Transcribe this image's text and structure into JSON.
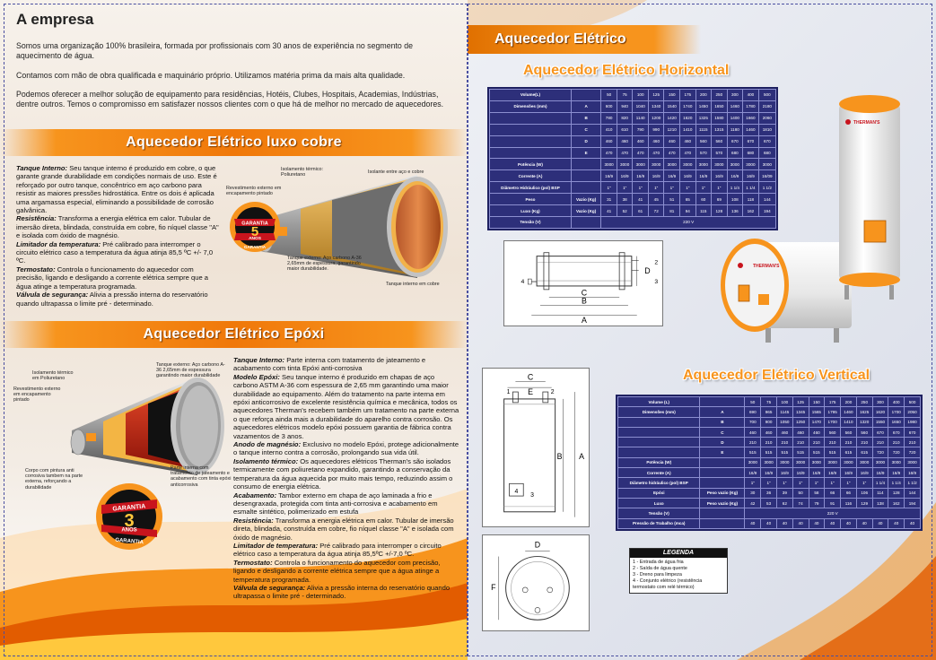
{
  "company": {
    "title": "A empresa",
    "paragraphs": [
      "Somos uma organização 100% brasileira, formada por profissionais com 30 anos de experiência no segmento de aquecimento de água.",
      "Contamos com mão de obra qualificada e maquinário próprio. Utilizamos matéria prima da mais alta qualidade.",
      "Podemos oferecer a melhor solução de equipamento para residências, Hotéis, Clubes, Hospitais, Academias, Indústrias, dentre outros. Temos o compromisso em satisfazer nossos clientes com o que há de melhor no mercado de aquecedores."
    ]
  },
  "luxo": {
    "banner": "Aquecedor Elétrico luxo cobre",
    "blocks": [
      {
        "label": "Tanque Interno:",
        "text": " Seu tanque interno é produzido em cobre, o que garante grande durabilidade em condições normais de uso. Este é reforçado por outro tanque, concêntrico em aço carbono para resistir as maiores pressões hidrostática. Entre os dois é aplicada uma argamassa especial, eliminando a possibilidade de corrosão galvânica."
      },
      {
        "label": "Resistência:",
        "text": " Transforma a energia elétrica em calor. Tubular de imersão direta, blindada, construída em cobre, fio níquel classe \"A\" e isolada com óxido de magnésio."
      },
      {
        "label": "Limitador da temperatura:",
        "text": " Pré calibrado para interromper o circuito elétrico caso a temperatura da água atinja 85,5 ºC +/- 7,0 ºC."
      },
      {
        "label": "Termostato:",
        "text": " Controla o funcionamento do aquecedor com precisão, ligando e desligando a corrente elétrica sempre que a água atinge a temperatura programada."
      },
      {
        "label": "Válvula de segurança:",
        "text": " Alivia a pressão interna do reservatório quando ultrapassa o limite pré - determinado."
      }
    ],
    "callouts": {
      "isolamento": "Isolamento térmico: Poliuretano",
      "isolante": "Isolante entre aço e cobre",
      "revestimento": "Revestimento externo em encapamento pintado",
      "tanque_externo": "Tanque externo: Aço carbono A-36 2,65mm de espessura, garantindo maior durabilidade.",
      "tanque_interno": "Tanque interno em cobre"
    },
    "badge": {
      "top": "GARANTIA",
      "number": "5",
      "unit": "ANOS",
      "bottom": "GARANTIA"
    }
  },
  "epoxi": {
    "banner": "Aquecedor Elétrico Epóxi",
    "blocks": [
      {
        "label": "Tanque Interno:",
        "text": " Parte interna com tratamento de jateamento e acabamento com tinta Epóxi anti-corrosiva"
      },
      {
        "label": "Modelo Epóxi:",
        "text": " Seu tanque interno é produzido em chapas de aço carbono ASTM A-36 com espessura de 2,65 mm garantindo uma maior durabilidade ao equipamento. Além do tratamento na parte interna em epóxi anticorrosivo de excelente resistência química e mecânica, todos os aquecedores Therman's recebem também um tratamento na parte externa o que reforça ainda mais a durabilidade do aparelho contra corrosão. Os aquecedores elétricos modelo epóxi possuem garantia de fábrica contra vazamentos de 3 anos."
      },
      {
        "label": "Anodo de magnésio:",
        "text": " Exclusivo no modelo Epóxi, protege adicionalmente o tanque interno contra a corrosão, prolongando sua vida útil."
      },
      {
        "label": "Isolamento térmico:",
        "text": " Os aquecedores elétricos Therman's são isolados termicamente com poliuretano expandido, garantindo a conservação da temperatura da água aquecida por muito mais tempo, reduzindo assim o consumo de energia elétrica."
      },
      {
        "label": "Acabamento:",
        "text": " Tambor externo em chapa de aço laminada a frio e desengraxada, protegida com tinta anti-corrosiva e acabamento em esmalte sintético, polimerizado em estufa"
      },
      {
        "label": "Resistência:",
        "text": " Transforma a energia elétrica em calor. Tubular de imersão direta, blindada, construída em cobre, fio níquel classe \"A\" e isolada com óxido de magnésio."
      },
      {
        "label": "Limitador de temperatura:",
        "text": " Pré calibrado para interromper o circuito elétrico caso a temperatura da água atinja 85,5ºC +/-7,0 ºC."
      },
      {
        "label": "Termostato:",
        "text": " Controla o funcionamento do aquecedor com precisão, ligando e desligando a corrente elétrica sempre que a água atinge a temperatura programada."
      },
      {
        "label": "Válvula de segurança:",
        "text": " Alivia a pressão interna do reservatório quando ultrapassa o limite pré - determinado."
      }
    ],
    "callouts": {
      "isolamento": "Isolamento térmico em Poliuretano",
      "tanque_externo": "Tanque externo: Aço carbono A-36 2,65mm de espessura garantindo maior durabilidade",
      "revestimento": "Revestimento externo em encapamento pintado",
      "corpo": "Corpo com pintura anti corrosiva tambem na parte externa, reforçando a durabilidade",
      "parte_interna": "Parte interna com tratamento de jateamento e acabamento com tinta epóxi anticorrosiva"
    },
    "badge": {
      "top": "GARANTIA",
      "number": "3",
      "unit": "ANOS",
      "bottom": "GARANTIA"
    }
  },
  "right": {
    "banner": "Aquecedor Elétrico",
    "horizontal_title": "Aquecedor Elétrico Horizontal",
    "vertical_title": "Aquecedor Elétrico Vertical",
    "brand": "THERMAN'S",
    "horizontal_table": {
      "rows": [
        [
          "Volume(L)",
          "",
          "50",
          "75",
          "100",
          "125",
          "150",
          "175",
          "200",
          "250",
          "300",
          "400",
          "500"
        ],
        [
          "Dimensões (mm)",
          "A",
          "600",
          "940",
          "1040",
          "1340",
          "1540",
          "1740",
          "1450",
          "1650",
          "1460",
          "1780",
          "2180"
        ],
        [
          "",
          "B",
          "780",
          "820",
          "1140",
          "1200",
          "1420",
          "1620",
          "1325",
          "1580",
          "1400",
          "1660",
          "2060"
        ],
        [
          "",
          "C",
          "410",
          "610",
          "790",
          "990",
          "1210",
          "1410",
          "1115",
          "1315",
          "1180",
          "1460",
          "1810"
        ],
        [
          "",
          "D",
          "460",
          "460",
          "460",
          "460",
          "460",
          "460",
          "560",
          "560",
          "670",
          "670",
          "670"
        ],
        [
          "",
          "E",
          "470",
          "470",
          "470",
          "470",
          "470",
          "470",
          "570",
          "570",
          "680",
          "680",
          "680"
        ],
        [
          "Potência (W)",
          "",
          "3000",
          "3000",
          "3000",
          "3000",
          "3000",
          "3000",
          "3000",
          "3000",
          "3000",
          "3000",
          "3000"
        ],
        [
          "Corrente (A)",
          "",
          "16/9",
          "16/9",
          "16/9",
          "16/9",
          "16/9",
          "16/9",
          "16/9",
          "16/9",
          "16/9",
          "16/9",
          "16/09"
        ],
        [
          "Diâmetro Hidráulico (pol) BSP",
          "",
          "1\"",
          "1\"",
          "1\"",
          "1\"",
          "1\"",
          "1\"",
          "1\"",
          "1\"",
          "1 1/4",
          "1 1/4",
          "1 1/2"
        ],
        [
          "Peso",
          "Vazio (Kg)",
          "31",
          "38",
          "41",
          "45",
          "51",
          "65",
          "60",
          "69",
          "108",
          "118",
          "144"
        ],
        [
          "Luxo (Kg)",
          "Vazio (Kg)",
          "41",
          "52",
          "61",
          "72",
          "81",
          "94",
          "115",
          "128",
          "136",
          "162",
          "194"
        ],
        [
          "Tensão (V)",
          "",
          "220 V"
        ]
      ]
    },
    "vertical_table": {
      "rows": [
        [
          "Volume (L)",
          "",
          "50",
          "75",
          "100",
          "125",
          "150",
          "175",
          "200",
          "250",
          "300",
          "400",
          "500"
        ],
        [
          "Dimensões (mm)",
          "A",
          "690",
          "965",
          "1145",
          "1345",
          "1565",
          "1795",
          "1460",
          "1625",
          "1620",
          "1700",
          "2050"
        ],
        [
          "",
          "B",
          "700",
          "900",
          "1050",
          "1250",
          "1470",
          "1700",
          "1410",
          "1320",
          "1550",
          "1650",
          "1980"
        ],
        [
          "",
          "C",
          "460",
          "460",
          "460",
          "460",
          "460",
          "560",
          "560",
          "560",
          "670",
          "670",
          "670"
        ],
        [
          "",
          "D",
          "210",
          "210",
          "210",
          "210",
          "210",
          "210",
          "210",
          "210",
          "210",
          "210",
          "210"
        ],
        [
          "",
          "E",
          "515",
          "515",
          "515",
          "515",
          "515",
          "515",
          "615",
          "615",
          "720",
          "720",
          "720"
        ],
        [
          "Potência (W)",
          "",
          "3000",
          "3000",
          "3000",
          "3000",
          "3000",
          "3000",
          "3000",
          "3000",
          "3000",
          "3000",
          "3000"
        ],
        [
          "Corrente (A)",
          "",
          "16/9",
          "16/9",
          "16/9",
          "16/9",
          "16/9",
          "16/9",
          "16/9",
          "16/9",
          "16/9",
          "16/9",
          "16/9"
        ],
        [
          "Diâmetro hidráulico (pol) BSP",
          "",
          "1\"",
          "1\"",
          "1\"",
          "1\"",
          "1\"",
          "1\"",
          "1\"",
          "1\"",
          "1 1/4",
          "1 1/4",
          "1 1/2"
        ],
        [
          "Epóxi",
          "Peso vazio (Kg)",
          "30",
          "36",
          "39",
          "50",
          "58",
          "66",
          "66",
          "106",
          "114",
          "128",
          "144"
        ],
        [
          "Luxo",
          "Peso vazio (Kg)",
          "42",
          "53",
          "62",
          "74",
          "79",
          "91",
          "116",
          "129",
          "138",
          "162",
          "194"
        ],
        [
          "Tensão (V)",
          "",
          "220 V"
        ],
        [
          "Pressão de Trabalho (mca)",
          "",
          "40",
          "40",
          "40",
          "40",
          "40",
          "40",
          "40",
          "40",
          "40",
          "40",
          "40"
        ]
      ]
    },
    "legend": {
      "title": "LEGENDA",
      "items": [
        "1 - Entrada de água fria",
        "2 - Saída de água quente",
        "3 - Dreno para limpeza",
        "4 - Conjunto elétrico (resistência termostato com relé térmico)"
      ]
    },
    "dims_h": {
      "a": "A",
      "b": "B",
      "c": "C",
      "d": "D",
      "n2": "2",
      "n3": "3",
      "n4": "4"
    },
    "dims_v": {
      "c": "C",
      "e": "E",
      "b": "B",
      "a": "A",
      "n1": "1",
      "n2": "2",
      "n3": "3",
      "n4": "4"
    },
    "dims_top": {
      "d": "D",
      "f": "F"
    }
  }
}
